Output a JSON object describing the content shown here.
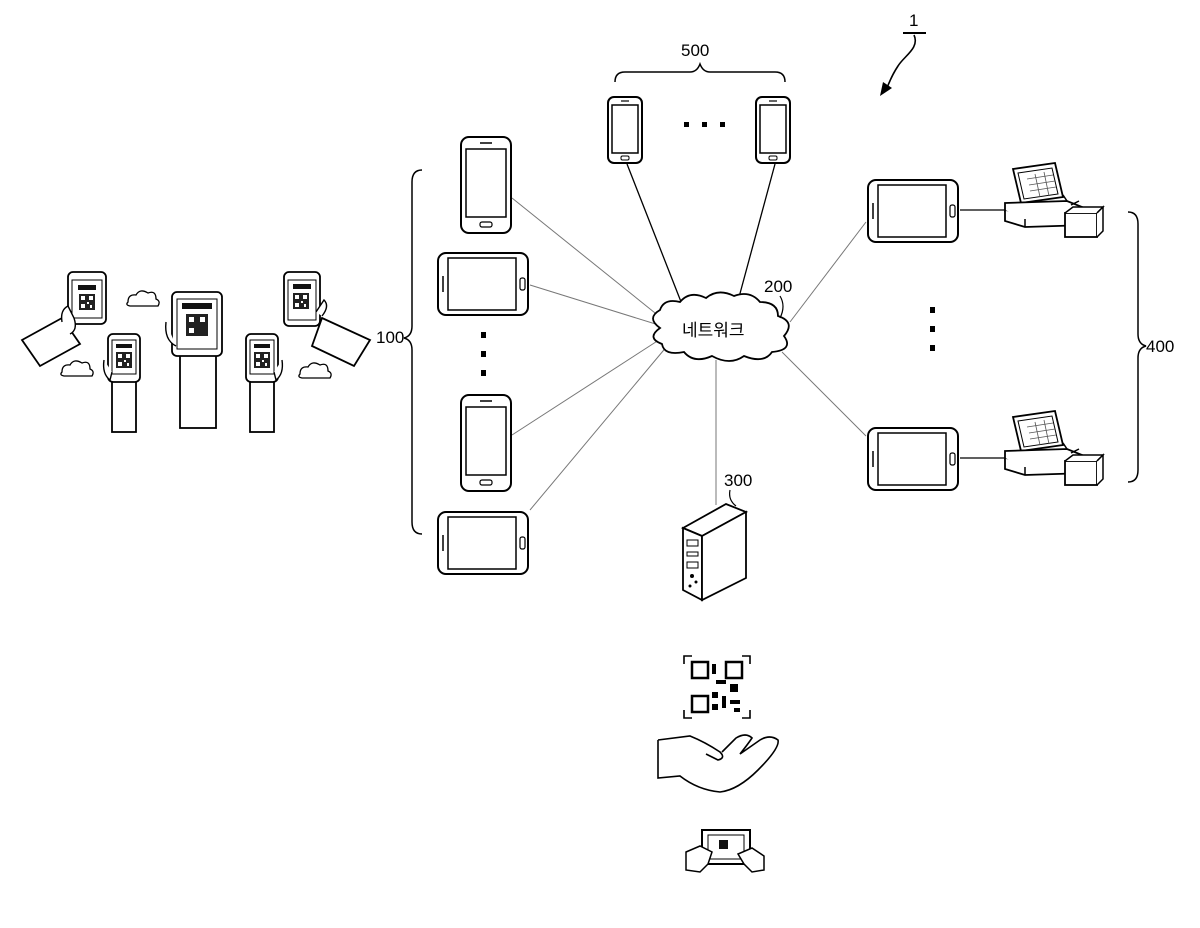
{
  "labels": {
    "figure_ref": "1",
    "user_terminals": "100",
    "network_ref": "200",
    "network_text": "네트워크",
    "server": "300",
    "pos_terminals": "400",
    "other_terminals": "500"
  }
}
